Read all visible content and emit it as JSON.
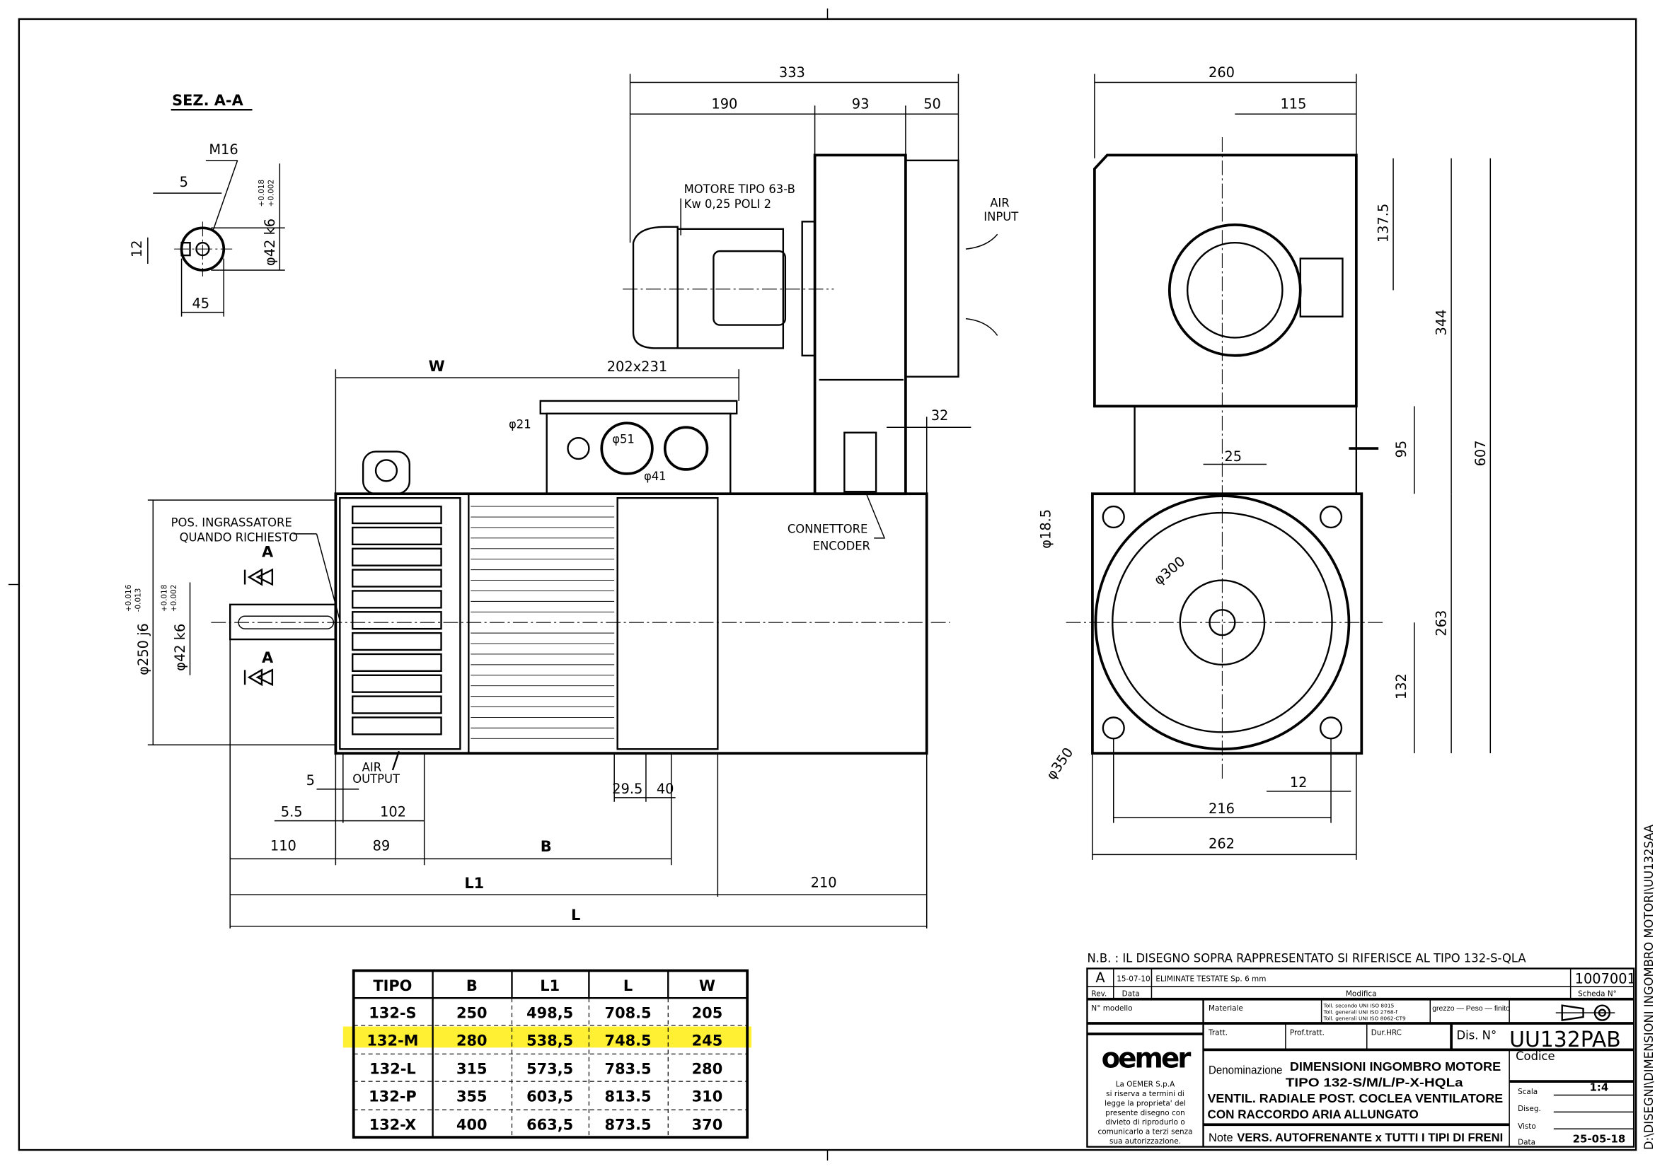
{
  "section": {
    "title": "SEZ. A-A",
    "thread": "M16",
    "key_width": "5",
    "key_height": "12",
    "shaft_width": "45",
    "shaft_dia": "φ42 k6",
    "shaft_tol_upper": "+0.018",
    "shaft_tol_lower": "+0.002"
  },
  "side_view": {
    "greaser_note_1": "POS. INGRASSATORE",
    "greaser_note_2": "QUANDO RICHIESTO",
    "section_mark": "A",
    "flange_dia": "φ250 j6",
    "flange_tol_upper": "+0.016",
    "flange_tol_lower": "-0.013",
    "shaft_dia": "φ42 k6",
    "shaft_tol_upper": "+0.018",
    "shaft_tol_lower": "+0.002",
    "air_output_1": "AIR",
    "air_output_2": "OUTPUT",
    "motor_note_1": "MOTORE TIPO 63-B",
    "motor_note_2": "Kw 0,25 POLI 2",
    "air_input_1": "AIR",
    "air_input_2": "INPUT",
    "encoder_note_1": "CONNETTORE",
    "encoder_note_2": "ENCODER",
    "dims": {
      "d333": "333",
      "d190": "190",
      "d93": "93",
      "d50": "50",
      "W": "W",
      "box": "202x231",
      "d32": "32",
      "d21": "φ21",
      "d51": "φ51",
      "d41": "φ41",
      "d5": "5",
      "d5_5": "5.5",
      "d102": "102",
      "d29_5": "29.5",
      "d40": "40",
      "d110": "110",
      "d89": "89",
      "B": "B",
      "L1": "L1",
      "d210": "210",
      "L": "L"
    }
  },
  "front_view": {
    "dims": {
      "d260": "260",
      "d115": "115",
      "d137_5": "137.5",
      "d344": "344",
      "d607": "607",
      "d95": "95",
      "d25": "25",
      "d18_5": "φ18.5",
      "d300": "φ300",
      "d263": "263",
      "d132": "132",
      "d350": "φ350",
      "d12": "12",
      "d216": "216",
      "d262": "262"
    }
  },
  "table": {
    "headers": [
      "TIPO",
      "B",
      "L1",
      "L",
      "W"
    ],
    "rows": [
      [
        "132-S",
        "250",
        "498,5",
        "708.5",
        "205"
      ],
      [
        "132-M",
        "280",
        "538,5",
        "748.5",
        "245"
      ],
      [
        "132-L",
        "315",
        "573,5",
        "783.5",
        "280"
      ],
      [
        "132-P",
        "355",
        "603,5",
        "813.5",
        "310"
      ],
      [
        "132-X",
        "400",
        "663,5",
        "873.5",
        "370"
      ]
    ],
    "highlighted_row": 1,
    "highlight_color": "#fff033"
  },
  "title_block": {
    "note": "N.B. : IL DISEGNO SOPRA RAPPRESENTATO SI RIFERISCE AL TIPO 132-S-QLA",
    "rev": "A",
    "rev_date": "15-07-10",
    "rev_text": "ELIMINATE TESTATE Sp. 6 mm",
    "sheet_no": "1007001",
    "lbl_rev": "Rev.",
    "lbl_data": "Data",
    "lbl_modifica": "Modifica",
    "lbl_scheda": "Scheda N°",
    "lbl_modello": "N° modello",
    "lbl_materiale": "Materiale",
    "tol_1": "Toll. secondo UNI ISO 8015",
    "tol_2": "Toll. generali UNI ISO 2768-f",
    "tol_3": "Toll. generali UNI ISO 8062-CT9",
    "lbl_peso": "grezzo — Peso — finito",
    "lbl_tratt": "Tratt.",
    "lbl_proftratt": "Prof.tratt.",
    "lbl_dur": "Dur.HRC",
    "lbl_dis": "Dis. N°",
    "drawing_no": "UU132PAB",
    "lbl_codice": "Codice",
    "logo": "oemer",
    "rights": [
      "La OEMER S.p.A",
      "si riserva a termini di",
      "legge la proprieta' del",
      "presente disegno con",
      "divieto di riprodurlo o",
      "comunicarlo a terzi senza",
      "sua autorizzazione."
    ],
    "lbl_denominazione": "Denominazione",
    "denom_1": "DIMENSIONI INGOMBRO MOTORE",
    "denom_2": "TIPO 132-S/M/L/P-X-HQLa",
    "denom_3": "VENTIL. RADIALE POST. COCLEA VENTILATORE",
    "denom_4": "CON RACCORDO ARIA ALLUNGATO",
    "lbl_note": "Note",
    "note_text": "VERS. AUTOFRENANTE x TUTTI I TIPI DI FRENI",
    "lbl_scala": "Scala",
    "scale": "1:4",
    "lbl_diseg": "Diseg.",
    "lbl_visto": "Visto",
    "lbl_data2": "Data",
    "date": "25-05-18"
  },
  "file_path": "D:\\DISEGNI\\DIMENSIONI INGOMBRO MOTORI\\UU132SAA"
}
